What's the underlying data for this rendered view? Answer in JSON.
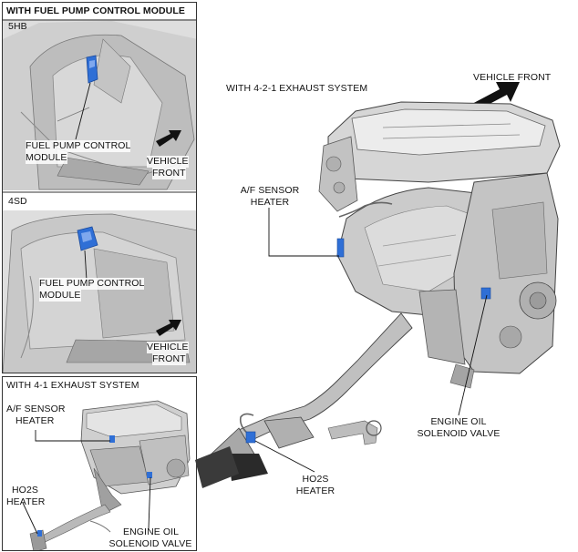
{
  "top_left_panel": {
    "header": "WITH FUEL PUMP CONTROL MODULE",
    "sub_5hb": {
      "label": "5HB",
      "callout_line1": "FUEL PUMP CONTROL",
      "callout_line2": "MODULE",
      "direction_line1": "VEHICLE",
      "direction_line2": "FRONT"
    },
    "sub_4sd": {
      "label": "4SD",
      "callout_line1": "FUEL PUMP CONTROL",
      "callout_line2": "MODULE",
      "direction_line1": "VEHICLE",
      "direction_line2": "FRONT"
    }
  },
  "bottom_left_panel": {
    "header": "WITH 4-1 EXHAUST SYSTEM",
    "af_line1": "A/F SENSOR",
    "af_line2": "HEATER",
    "ho2s_line1": "HO2S",
    "ho2s_line2": "HEATER",
    "oil_line1": "ENGINE OIL",
    "oil_line2": "SOLENOID VALVE"
  },
  "main_view": {
    "header": "WITH 4-2-1 EXHAUST SYSTEM",
    "vehicle_front": "VEHICLE FRONT",
    "af_line1": "A/F SENSOR",
    "af_line2": "HEATER",
    "oil_line1": "ENGINE OIL",
    "oil_line2": "SOLENOID VALVE",
    "ho2s_line1": "HO2S",
    "ho2s_line2": "HEATER"
  },
  "colors": {
    "highlight": "#2f6fd6",
    "metal": "#c9c9c9",
    "panel_bg": "#e2e2e2"
  }
}
